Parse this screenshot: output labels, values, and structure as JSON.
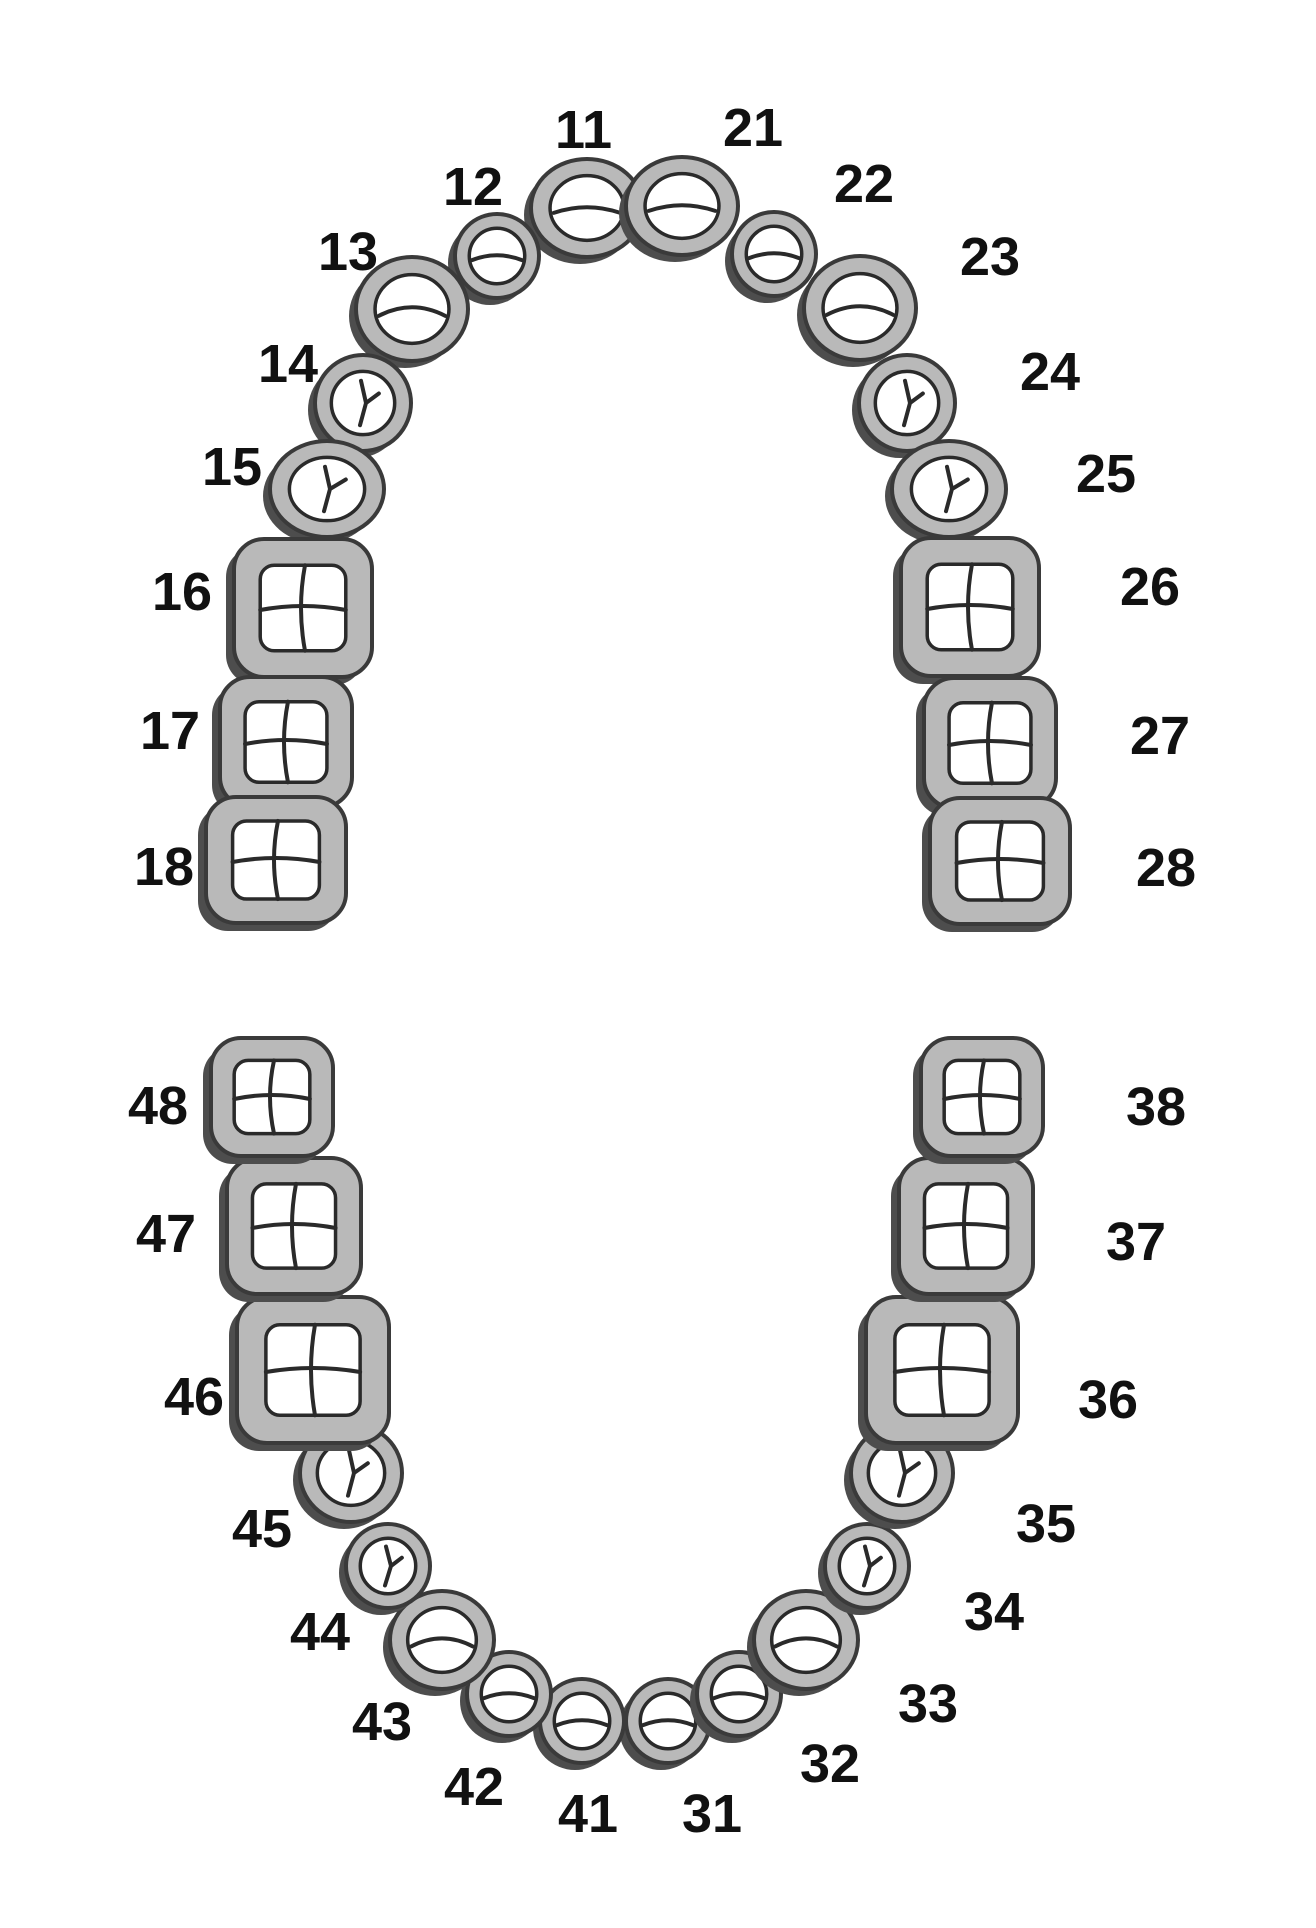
{
  "colors": {
    "background": "#ffffff",
    "tooth_fill": "#b9b9b9",
    "outline": "#2a2a2a",
    "shadow": "#4d4d4d",
    "label": "#111111"
  },
  "upper_arch": [
    {
      "number": "11",
      "type": "incisor"
    },
    {
      "number": "12",
      "type": "incisor"
    },
    {
      "number": "13",
      "type": "canine"
    },
    {
      "number": "14",
      "type": "premolar"
    },
    {
      "number": "15",
      "type": "premolar"
    },
    {
      "number": "16",
      "type": "molar"
    },
    {
      "number": "17",
      "type": "molar"
    },
    {
      "number": "18",
      "type": "molar"
    },
    {
      "number": "21",
      "type": "incisor"
    },
    {
      "number": "22",
      "type": "incisor"
    },
    {
      "number": "23",
      "type": "canine"
    },
    {
      "number": "24",
      "type": "premolar"
    },
    {
      "number": "25",
      "type": "premolar"
    },
    {
      "number": "26",
      "type": "molar"
    },
    {
      "number": "27",
      "type": "molar"
    },
    {
      "number": "28",
      "type": "molar"
    }
  ],
  "lower_arch": [
    {
      "number": "31",
      "type": "incisor"
    },
    {
      "number": "32",
      "type": "incisor"
    },
    {
      "number": "33",
      "type": "canine"
    },
    {
      "number": "34",
      "type": "premolar"
    },
    {
      "number": "35",
      "type": "premolar"
    },
    {
      "number": "36",
      "type": "molar"
    },
    {
      "number": "37",
      "type": "molar"
    },
    {
      "number": "38",
      "type": "molar"
    },
    {
      "number": "41",
      "type": "incisor"
    },
    {
      "number": "42",
      "type": "incisor"
    },
    {
      "number": "43",
      "type": "canine"
    },
    {
      "number": "44",
      "type": "premolar"
    },
    {
      "number": "45",
      "type": "premolar"
    },
    {
      "number": "46",
      "type": "molar"
    },
    {
      "number": "47",
      "type": "molar"
    },
    {
      "number": "48",
      "type": "molar"
    }
  ]
}
